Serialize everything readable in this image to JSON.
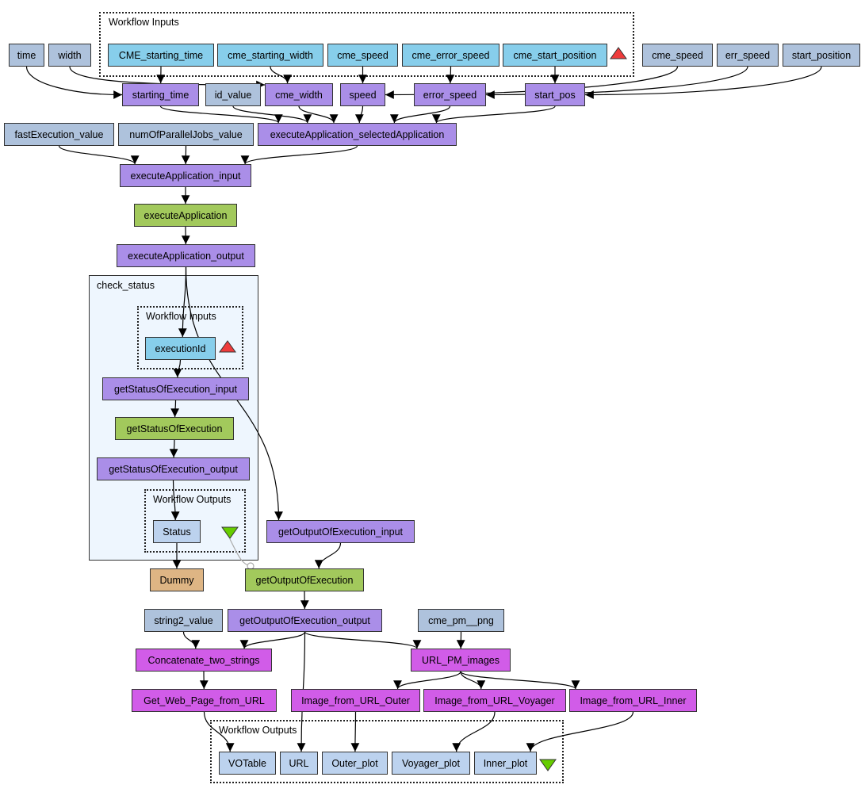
{
  "diagram": {
    "clusters": {
      "top_inputs": "Workflow Inputs",
      "check_status": "check_status",
      "check_inputs": "Workflow Inputs",
      "check_outputs": "Workflow Outputs",
      "bottom_outputs": "Workflow Outputs"
    },
    "nodes": {
      "time": "time",
      "width": "width",
      "CME_starting_time": "CME_starting_time",
      "cme_starting_width": "cme_starting_width",
      "cme_speed_in": "cme_speed",
      "cme_error_speed": "cme_error_speed",
      "cme_start_position": "cme_start_position",
      "cme_speed_const": "cme_speed",
      "err_speed": "err_speed",
      "start_position": "start_position",
      "starting_time": "starting_time",
      "id_value": "id_value",
      "cme_width": "cme_width",
      "speed": "speed",
      "error_speed": "error_speed",
      "start_pos": "start_pos",
      "fastExecution_value": "fastExecution_value",
      "numOfParallelJobs_value": "numOfParallelJobs_value",
      "executeApplication_selectedApplication": "executeApplication_selectedApplication",
      "executeApplication_input": "executeApplication_input",
      "executeApplication": "executeApplication",
      "executeApplication_output": "executeApplication_output",
      "executionId": "executionId",
      "getStatusOfExecution_input": "getStatusOfExecution_input",
      "getStatusOfExecution": "getStatusOfExecution",
      "getStatusOfExecution_output": "getStatusOfExecution_output",
      "Status": "Status",
      "Dummy": "Dummy",
      "getOutputOfExecution_input": "getOutputOfExecution_input",
      "getOutputOfExecution": "getOutputOfExecution",
      "string2_value": "string2_value",
      "getOutputOfExecution_output": "getOutputOfExecution_output",
      "cme_pm__png": "cme_pm__png",
      "Concatenate_two_strings": "Concatenate_two_strings",
      "URL_PM_images": "URL_PM_images",
      "Get_Web_Page_from_URL": "Get_Web_Page_from_URL",
      "Image_from_URL_Outer": "Image_from_URL_Outer",
      "Image_from_URL_Voyager": "Image_from_URL_Voyager",
      "Image_from_URL_Inner": "Image_from_URL_Inner",
      "VOTable": "VOTable",
      "URL": "URL",
      "Outer_plot": "Outer_plot",
      "Voyager_plot": "Voyager_plot",
      "Inner_plot": "Inner_plot"
    },
    "colors": {
      "workflow_input": "#87ceeb",
      "constant": "#aec2dc",
      "port": "#aa8ee8",
      "service": "#a2c95c",
      "beanshell": "#d15ce8",
      "workflow_output": "#bcd2ee",
      "dummy": "#deb584",
      "input_marker": "#ee3b3b",
      "output_marker": "#66cd00"
    },
    "edges": [
      [
        "time",
        "starting_time"
      ],
      [
        "width",
        "cme_width"
      ],
      [
        "CME_starting_time",
        "starting_time"
      ],
      [
        "cme_starting_width",
        "cme_width"
      ],
      [
        "cme_speed_in",
        "speed"
      ],
      [
        "cme_error_speed",
        "error_speed"
      ],
      [
        "cme_start_position",
        "start_pos"
      ],
      [
        "cme_speed_const",
        "speed"
      ],
      [
        "err_speed",
        "error_speed"
      ],
      [
        "start_position",
        "start_pos"
      ],
      [
        "starting_time",
        "executeApplication_selectedApplication"
      ],
      [
        "id_value",
        "executeApplication_selectedApplication"
      ],
      [
        "cme_width",
        "executeApplication_selectedApplication"
      ],
      [
        "speed",
        "executeApplication_selectedApplication"
      ],
      [
        "error_speed",
        "executeApplication_selectedApplication"
      ],
      [
        "start_pos",
        "executeApplication_selectedApplication"
      ],
      [
        "fastExecution_value",
        "executeApplication_input"
      ],
      [
        "numOfParallelJobs_value",
        "executeApplication_input"
      ],
      [
        "executeApplication_selectedApplication",
        "executeApplication_input"
      ],
      [
        "executeApplication_input",
        "executeApplication"
      ],
      [
        "executeApplication",
        "executeApplication_output"
      ],
      [
        "executeApplication_output",
        "executionId"
      ],
      [
        "executeApplication_output",
        "getOutputOfExecution_input"
      ],
      [
        "executionId",
        "getStatusOfExecution_input"
      ],
      [
        "getStatusOfExecution_input",
        "getStatusOfExecution"
      ],
      [
        "getStatusOfExecution",
        "getStatusOfExecution_output"
      ],
      [
        "getStatusOfExecution_output",
        "Status"
      ],
      [
        "Status",
        "Dummy"
      ],
      [
        "getOutputOfExecution_input",
        "getOutputOfExecution"
      ],
      [
        "getOutputOfExecution",
        "getOutputOfExecution_output"
      ],
      [
        "string2_value",
        "Concatenate_two_strings"
      ],
      [
        "getOutputOfExecution_output",
        "Concatenate_two_strings"
      ],
      [
        "getOutputOfExecution_output",
        "URL"
      ],
      [
        "getOutputOfExecution_output",
        "URL_PM_images"
      ],
      [
        "cme_pm__png",
        "URL_PM_images"
      ],
      [
        "Concatenate_two_strings",
        "Get_Web_Page_from_URL"
      ],
      [
        "URL_PM_images",
        "Image_from_URL_Outer"
      ],
      [
        "URL_PM_images",
        "Image_from_URL_Voyager"
      ],
      [
        "URL_PM_images",
        "Image_from_URL_Inner"
      ],
      [
        "Get_Web_Page_from_URL",
        "VOTable"
      ],
      [
        "Image_from_URL_Outer",
        "Outer_plot"
      ],
      [
        "Image_from_URL_Voyager",
        "Voyager_plot"
      ],
      [
        "Image_from_URL_Inner",
        "Inner_plot"
      ]
    ]
  }
}
